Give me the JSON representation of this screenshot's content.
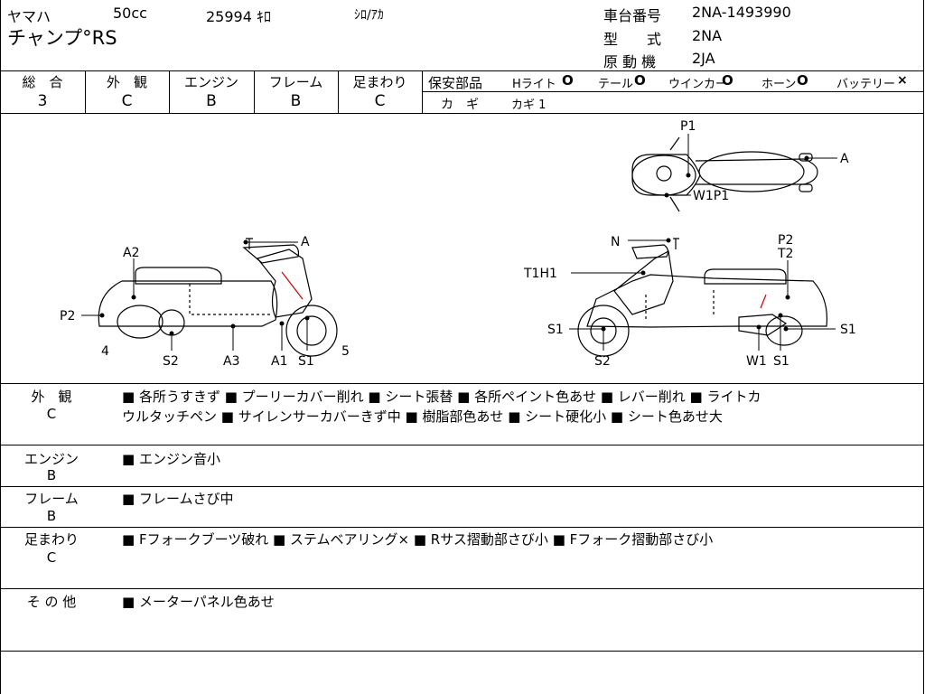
{
  "header": {
    "maker": "ヤマハ",
    "displacement": "50cc",
    "mileage": "25994 ｷﾛ",
    "color": "ｼﾛ/ｱｶ",
    "model": "チャンプ°RS",
    "frame_label": "車台番号",
    "frame_value": "2NA-1493990",
    "type_label": "型　　式",
    "type_value": "2NA",
    "engine_label": "原 動 機",
    "engine_value": "2JA"
  },
  "grades": {
    "overall_label": "総　合",
    "overall_value": "3",
    "exterior_label": "外　観",
    "exterior_value": "C",
    "engine_label": "エンジン",
    "engine_value": "B",
    "frame_label": "フレーム",
    "frame_value": "B",
    "suspension_label": "足まわり",
    "suspension_value": "C"
  },
  "safety": {
    "label": "保安部品",
    "headlight": "Hライト",
    "headlight_mark": "O",
    "tail": "テール",
    "tail_mark": "O",
    "winker": "ウインカー",
    "winker_mark": "O",
    "horn": "ホーン",
    "horn_mark": "O",
    "battery": "バッテリー",
    "battery_mark": "×",
    "key_label": "カ　ギ",
    "key_value": "カギ 1"
  },
  "diagram_labels": {
    "top_p1": "P1",
    "top_a": "A",
    "top_w1p1": "W1P1",
    "left_a2": "A2",
    "left_a": "A",
    "left_p2": "P2",
    "left_4": "4",
    "left_s2": "S2",
    "left_a3": "A3",
    "left_a1": "A1",
    "left_s1": "S1",
    "left_5": "5",
    "right_n": "N",
    "right_p2": "P2",
    "right_t2": "T2",
    "right_t1h1": "T1H1",
    "right_s1a": "S1",
    "right_s1b": "S1",
    "right_s2": "S2",
    "right_w1": "W1",
    "right_s1c": "S1"
  },
  "remarks": [
    {
      "label_top": "外　観",
      "label_bottom": "C",
      "line1": "■ 各所うすきず ■ プーリーカバー削れ ■ シート張替 ■ 各所ペイント色あせ ■ レバー削れ ■ ライトカ",
      "line2": "ウルタッチペン ■ サイレンサーカバーきず中 ■ 樹脂部色あせ ■ シート硬化小 ■ シート色あせ大"
    },
    {
      "label_top": "エンジン",
      "label_bottom": "B",
      "line1": "■ エンジン音小"
    },
    {
      "label_top": "フレーム",
      "label_bottom": "B",
      "line1": "■ フレームさび中"
    },
    {
      "label_top": "足まわり",
      "label_bottom": "C",
      "line1": "■ Fフォークブーツ破れ ■ ステムベアリング× ■ Rサス摺動部さび小 ■ Fフォーク摺動部さび小"
    },
    {
      "label_top": "そ の 他",
      "label_bottom": "",
      "line1": "■ メーターパネル色あせ"
    }
  ]
}
